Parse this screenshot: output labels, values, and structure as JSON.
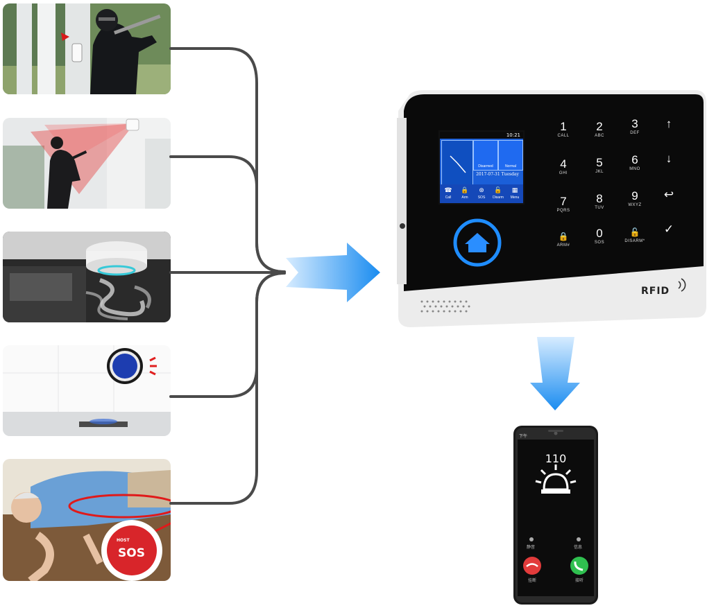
{
  "sources": [
    {
      "id": "door-intrusion"
    },
    {
      "id": "pir-motion"
    },
    {
      "id": "smoke-detector"
    },
    {
      "id": "gas-detector"
    },
    {
      "id": "sos-fall"
    }
  ],
  "colors": {
    "arrow": "#1a8cf0",
    "connector": "#4a4a4a",
    "panel_body": "#0a0a0a",
    "lcd_blue": "#1b5fd8",
    "home_ring": "#1f8dff",
    "sos_red": "#d8252a",
    "call_red": "#e23b3b",
    "call_green": "#2fbf4f"
  },
  "panel": {
    "lcd": {
      "time": "10:21",
      "tile_unarmed": "Disarmed",
      "tile_normal": "Normal",
      "date": "2017-07-31 Tuesday",
      "bar": [
        "Call",
        "Arm",
        "SOS",
        "Disarm",
        "Menu"
      ]
    },
    "keys": [
      {
        "d": "1",
        "s": "CALL"
      },
      {
        "d": "2",
        "s": "ABC"
      },
      {
        "d": "3",
        "s": "DEF"
      },
      {
        "d": "↑",
        "s": ""
      },
      {
        "d": "4",
        "s": "GHI"
      },
      {
        "d": "5",
        "s": "JKL"
      },
      {
        "d": "6",
        "s": "MNO"
      },
      {
        "d": "↓",
        "s": ""
      },
      {
        "d": "7",
        "s": "PQRS"
      },
      {
        "d": "8",
        "s": "TUV"
      },
      {
        "d": "9",
        "s": "WXYZ"
      },
      {
        "d": "↩",
        "s": ""
      },
      {
        "d": "🔒",
        "s": "ARM#"
      },
      {
        "d": "0",
        "s": "SOS"
      },
      {
        "d": "🔓",
        "s": "DISARM*"
      },
      {
        "d": "✓",
        "s": ""
      }
    ],
    "brand": "RFID",
    "home_icon": "home-icon"
  },
  "sos_button": {
    "label": "SOS",
    "top_label": "HOST"
  },
  "phone": {
    "number": "110",
    "status_time": "下午",
    "icon": "siren-icon",
    "labels": {
      "reject": "挂断",
      "accept": "接听",
      "top_left": "静音",
      "top_right": "信息"
    }
  }
}
